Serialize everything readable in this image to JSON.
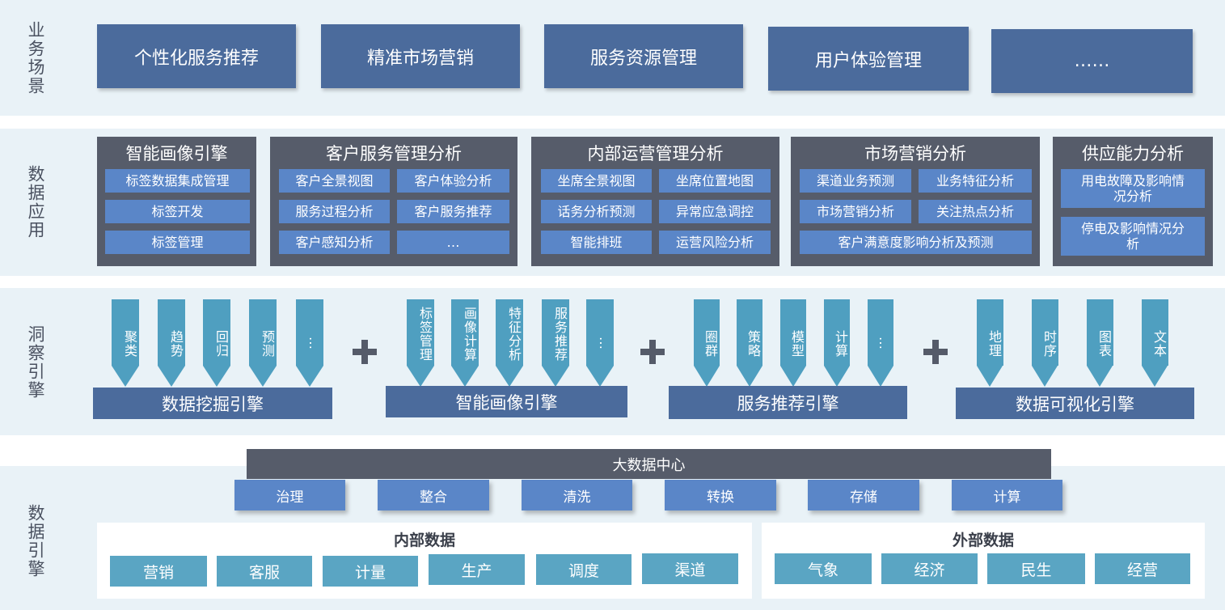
{
  "scenario": {
    "label": "业务场景",
    "items": [
      "个性化服务推荐",
      "精准市场营销",
      "服务资源管理",
      "用户体验管理",
      "……"
    ]
  },
  "application": {
    "label": "数据应用",
    "panels": [
      {
        "title": "智能画像引擎",
        "cells": [
          "标签数据集成管理",
          "标签开发",
          "标签管理"
        ]
      },
      {
        "title": "客户服务管理分析",
        "cells": [
          "客户全景视图",
          "客户体验分析",
          "服务过程分析",
          "客户服务推荐",
          "客户感知分析",
          "…"
        ]
      },
      {
        "title": "内部运营管理分析",
        "cells": [
          "坐席全景视图",
          "坐席位置地图",
          "话务分析预测",
          "异常应急调控",
          "智能排班",
          "运营风险分析"
        ]
      },
      {
        "title": "市场营销分析",
        "cells": [
          "渠道业务预测",
          "业务特征分析",
          "市场营销分析",
          "关注热点分析",
          "客户满意度影响分析及预测"
        ]
      },
      {
        "title": "供应能力分析",
        "cells": [
          "用电故障及影响情况分析",
          "停电及影响情况分析"
        ]
      }
    ]
  },
  "insight": {
    "label": "洞察引擎",
    "groups": [
      {
        "engine": "数据挖掘引擎",
        "chevrons": [
          "聚类",
          "趋势",
          "回归",
          "预测",
          "…"
        ]
      },
      {
        "engine": "智能画像引擎",
        "chevrons": [
          "标签管理",
          "画像计算",
          "特征分析",
          "服务推荐",
          "…"
        ]
      },
      {
        "engine": "服务推荐引擎",
        "chevrons": [
          "圈群",
          "策略",
          "模型",
          "计算",
          "…"
        ]
      },
      {
        "engine": "数据可视化引擎",
        "chevrons": [
          "地理",
          "时序",
          "图表",
          "文本"
        ]
      }
    ]
  },
  "data_engine": {
    "label": "数据引擎",
    "center_title": "大数据中心",
    "operations": [
      "治理",
      "整合",
      "清洗",
      "转换",
      "存储",
      "计算"
    ],
    "internal": {
      "title": "内部数据",
      "items": [
        "营销",
        "客服",
        "计量",
        "生产",
        "调度",
        "渠道"
      ]
    },
    "external": {
      "title": "外部数据",
      "items": [
        "气象",
        "经济",
        "民生",
        "经营"
      ]
    }
  },
  "colors": {
    "band": "#e9f2f7",
    "scene_box": "#4b6b9c",
    "panel": "#565c6a",
    "cell": "#5a86c8",
    "chevron": "#4f9fc0",
    "source": "#5aa5c3"
  }
}
